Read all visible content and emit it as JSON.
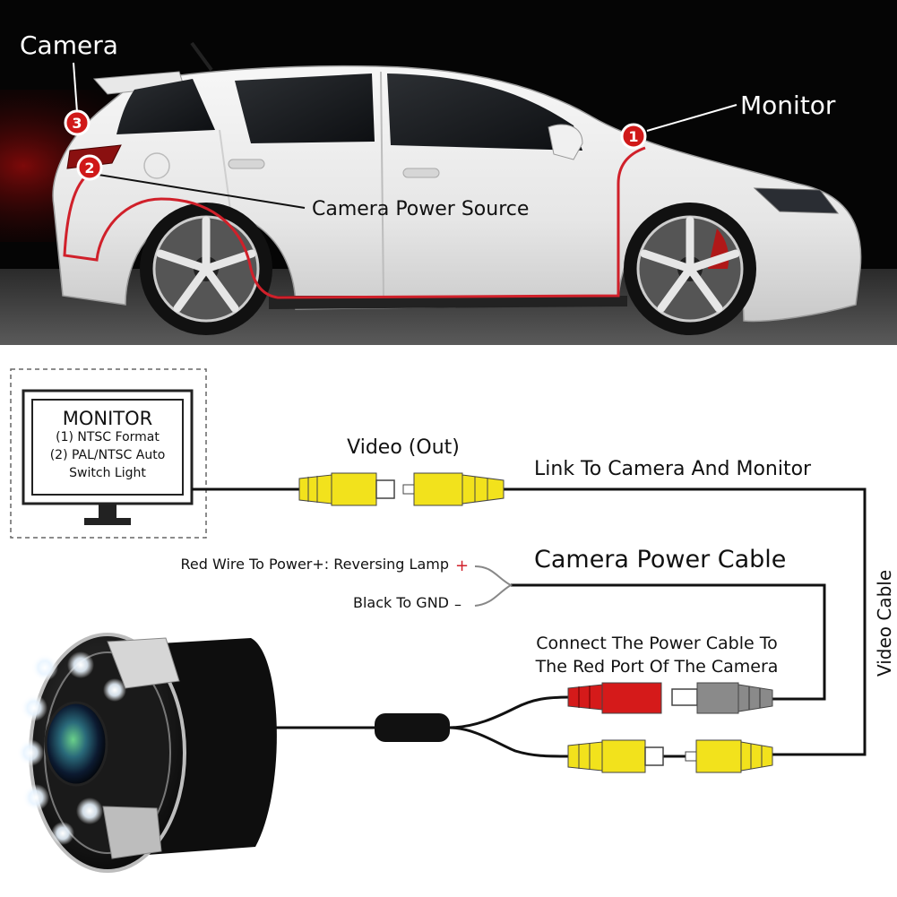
{
  "top_labels": {
    "camera": "Camera",
    "monitor": "Monitor",
    "camera_power_source": "Camera Power Source",
    "marker_1": "1",
    "marker_2": "2",
    "marker_3": "3"
  },
  "monitor_box": {
    "title": "MONITOR",
    "line1": "(1) NTSC Format",
    "line2": "(2) PAL/NTSC Auto",
    "line3": "Switch Light"
  },
  "wiring": {
    "video_out": "Video (Out)",
    "link_label": "Link To Camera And Monitor",
    "power_cable_label": "Camera Power Cable",
    "red_wire": "Red Wire To Power+: Reversing Lamp",
    "plus_sign": "+",
    "black_wire": "Black To GND",
    "minus_sign": "–",
    "connect_line1": "Connect The Power Cable To",
    "connect_line2": "The Red Port Of The Camera",
    "video_cable": "Video Cable"
  },
  "colors": {
    "sky": "#0a0a0a",
    "car_body": "#eeeeee",
    "route_red": "#d0202a",
    "rca_yellow": "#f2e21c",
    "rca_red": "#d51a1a",
    "plug_gray": "#8a8a8a",
    "wire": "#111111"
  }
}
